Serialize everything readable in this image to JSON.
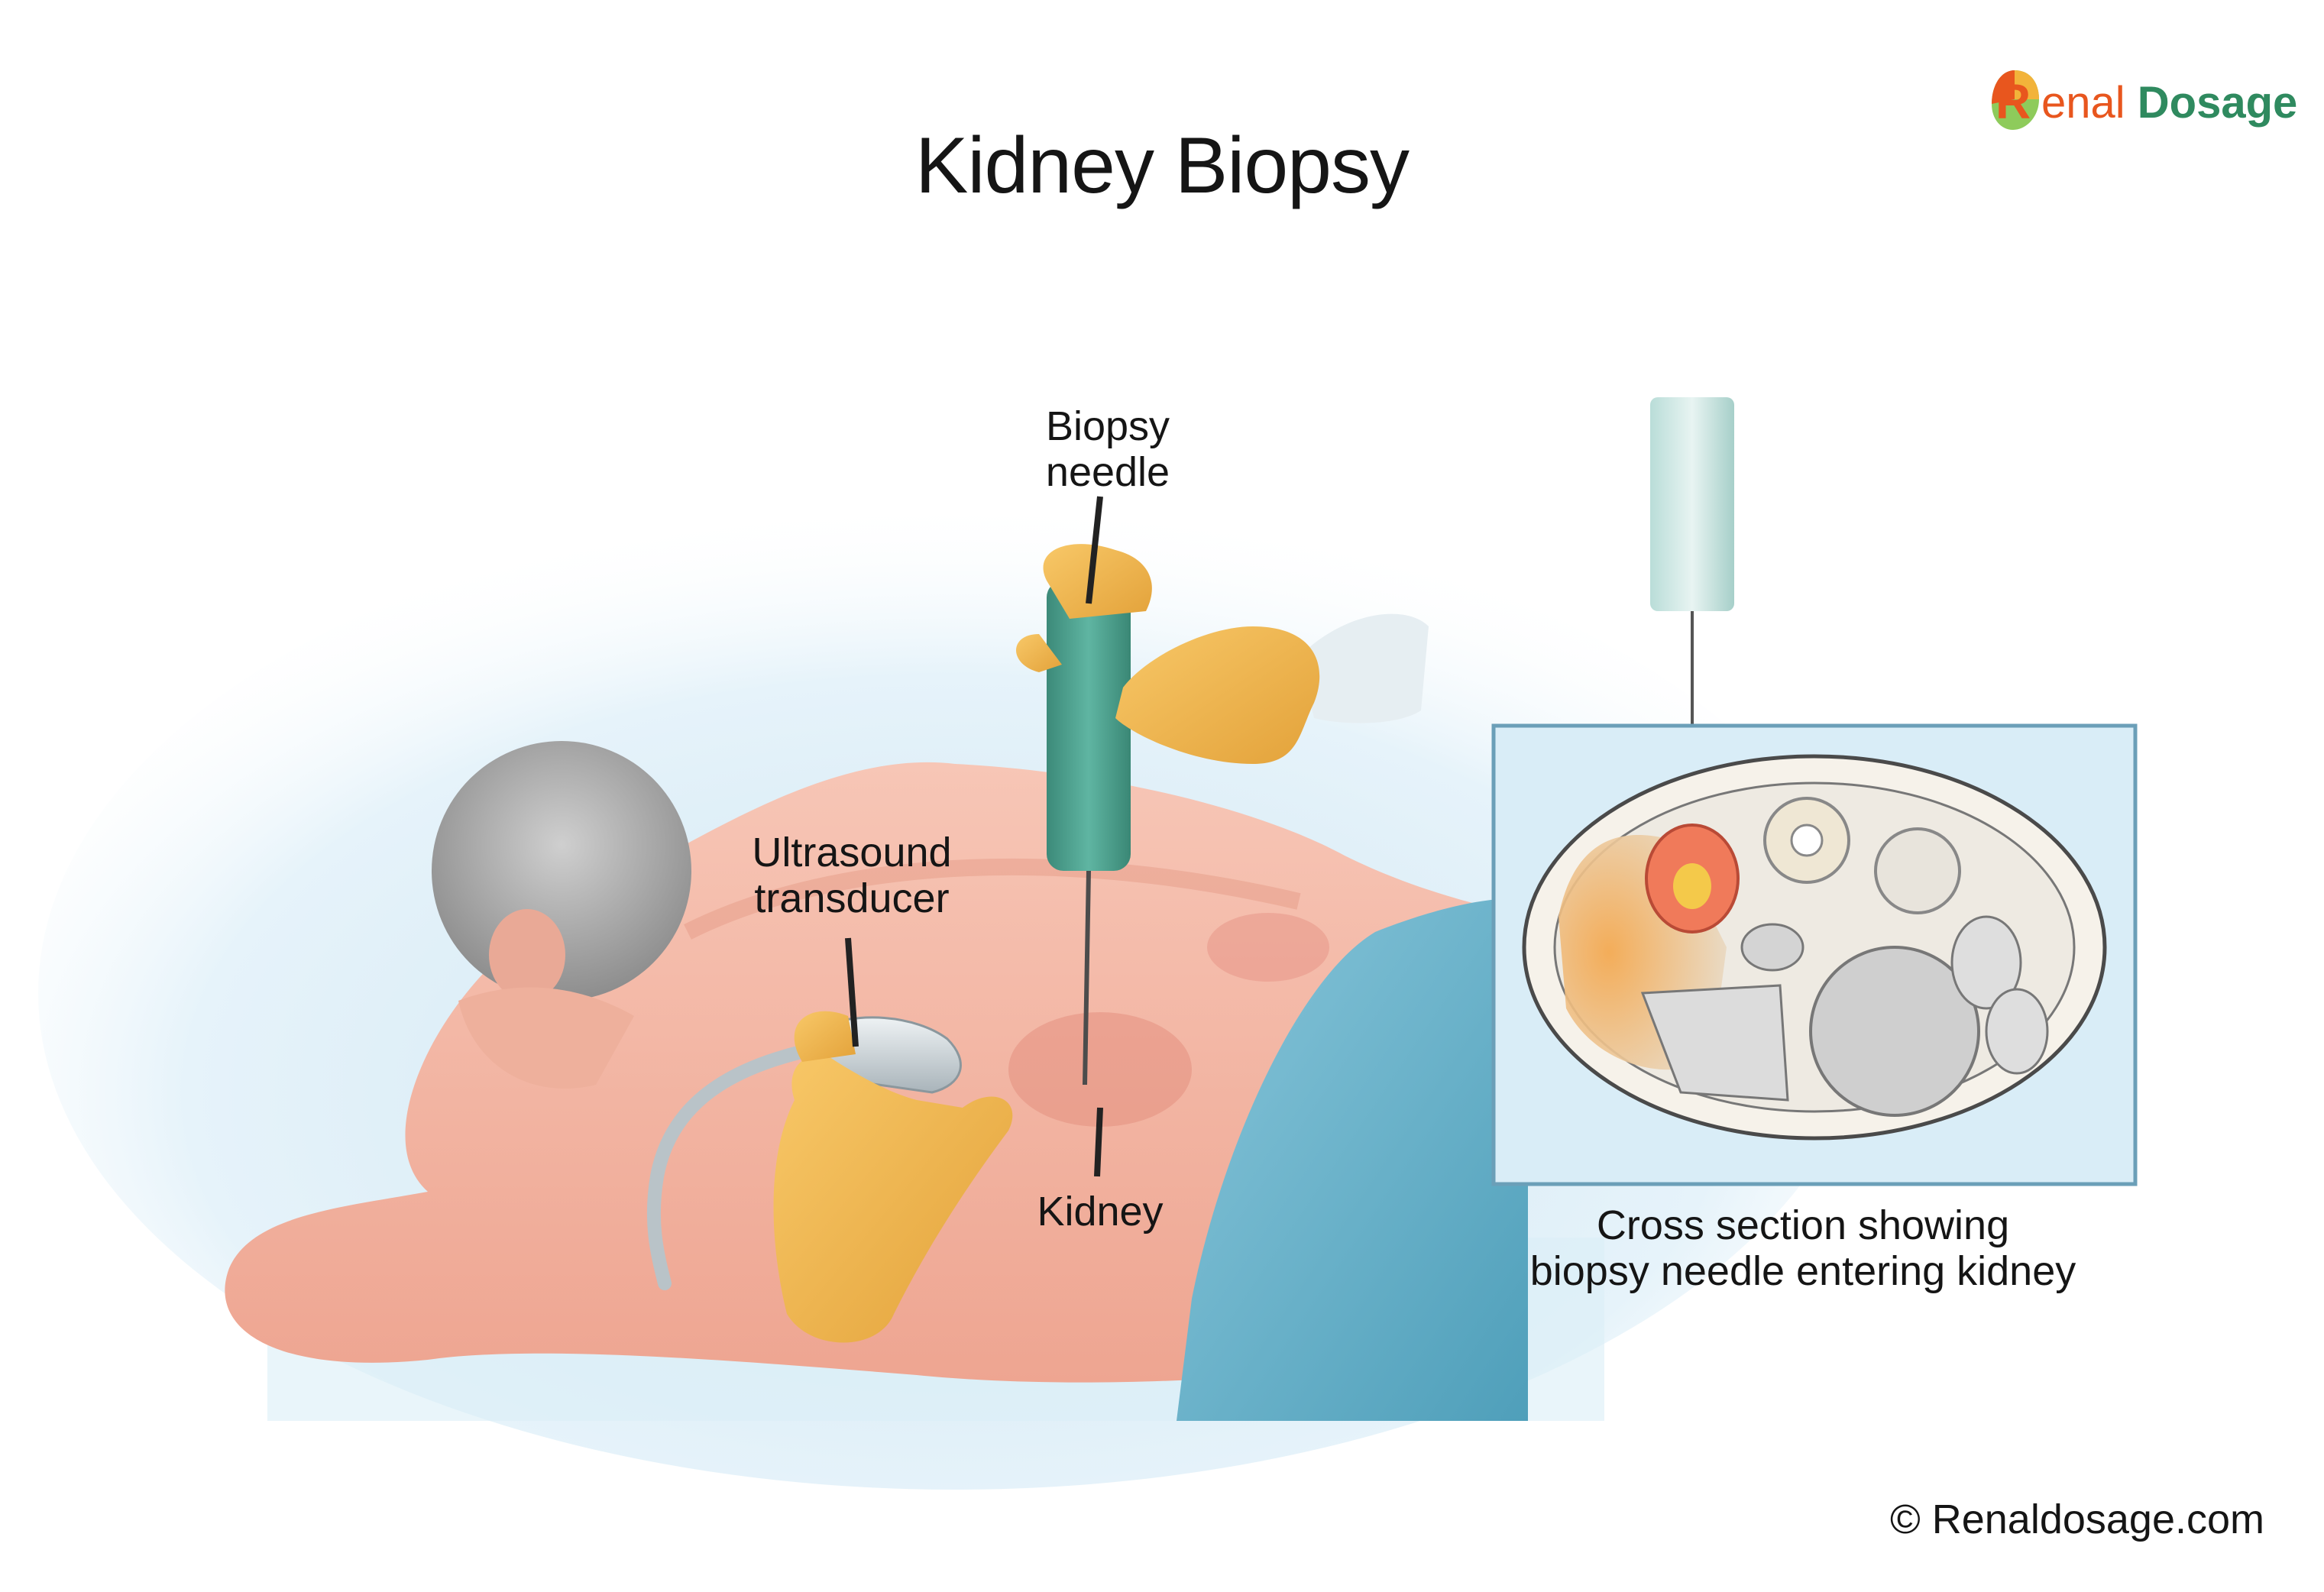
{
  "title": "Kidney Biopsy",
  "logo": {
    "word1": "enal",
    "word2": "Dosage",
    "initial": "R",
    "colors": {
      "orange": "#e8561e",
      "green": "#2f8a5f"
    }
  },
  "labels": {
    "needle": [
      "Biopsy",
      "needle"
    ],
    "transducer": [
      "Ultrasound",
      "transducer"
    ],
    "kidney": "Kidney",
    "cross_section": [
      "Cross section showing",
      "biopsy needle entering kidney"
    ]
  },
  "copyright": "© Renaldosage.com",
  "colors": {
    "skin": "#f2b7a4",
    "glove": "#f3b64a",
    "needle_body": "#4a9e8c",
    "drape": "#6fb5cc",
    "panel_bg": "#d9edf7",
    "panel_border": "#6b9fb8"
  }
}
